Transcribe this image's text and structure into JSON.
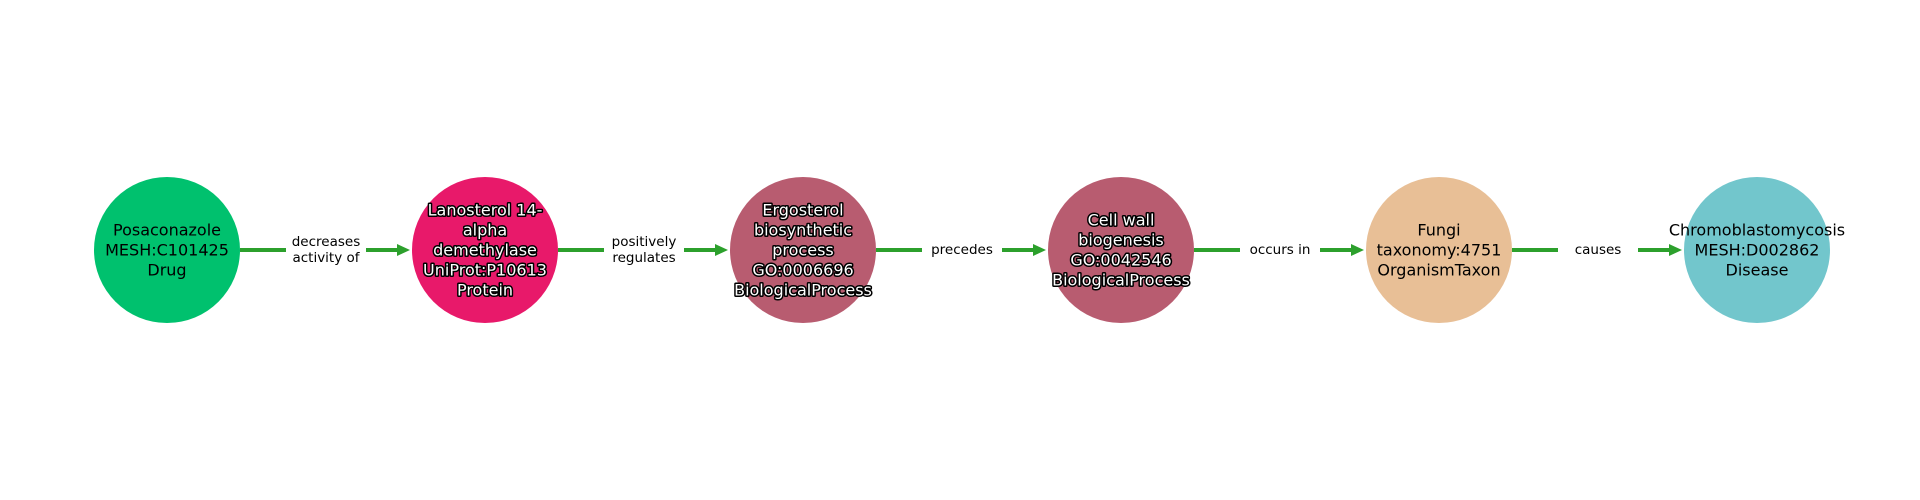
{
  "graph": {
    "edge_color": "#2ca02c",
    "nodes": [
      {
        "id": "posaconazole",
        "lines": [
          "Posaconazole",
          "MESH:C101425",
          "Drug"
        ],
        "color": "#00c16e",
        "text_color": "#000000",
        "halo": false
      },
      {
        "id": "lanosterol",
        "lines": [
          "Lanosterol 14-",
          "alpha",
          "demethylase",
          "UniProt:P10613",
          "Protein"
        ],
        "color": "#e8196a",
        "text_color": "#ffffff",
        "halo": true
      },
      {
        "id": "ergosterol",
        "lines": [
          "Ergosterol",
          "biosynthetic",
          "process",
          "GO:0006696",
          "BiologicalProcess"
        ],
        "color": "#b85c70",
        "text_color": "#ffffff",
        "halo": true
      },
      {
        "id": "cellwall",
        "lines": [
          "Cell wall",
          "biogenesis",
          "GO:0042546",
          "BiologicalProcess"
        ],
        "color": "#b85c70",
        "text_color": "#ffffff",
        "halo": true
      },
      {
        "id": "fungi",
        "lines": [
          "Fungi",
          "taxonomy:4751",
          "OrganismTaxon"
        ],
        "color": "#e8bf96",
        "text_color": "#000000",
        "halo": false
      },
      {
        "id": "chromo",
        "lines": [
          "Chromoblastomycosis",
          "MESH:D002862",
          "Disease"
        ],
        "color": "#72c6cc",
        "text_color": "#000000",
        "halo": false
      }
    ],
    "edges": [
      {
        "from": "posaconazole",
        "to": "lanosterol",
        "lines": [
          "decreases",
          "activity of"
        ]
      },
      {
        "from": "lanosterol",
        "to": "ergosterol",
        "lines": [
          "positively",
          "regulates"
        ]
      },
      {
        "from": "ergosterol",
        "to": "cellwall",
        "lines": [
          "precedes"
        ]
      },
      {
        "from": "cellwall",
        "to": "fungi",
        "lines": [
          "occurs in"
        ]
      },
      {
        "from": "fungi",
        "to": "chromo",
        "lines": [
          "causes"
        ]
      }
    ]
  }
}
